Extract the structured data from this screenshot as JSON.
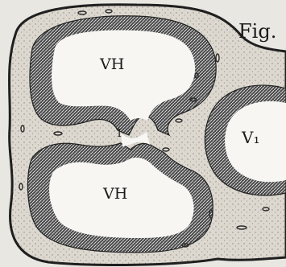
{
  "labels": {
    "fig": "Fig.",
    "upper_ventricle": "VH",
    "lower_ventricle": "VH",
    "opening": "1",
    "right_ventricle": "V₁"
  },
  "colors": {
    "background": "#e9e7e2",
    "membrane": "#dcd8cf",
    "wall": "#3a3a3a",
    "cavity": "#f7f6f3",
    "ink": "#1b1b1b"
  }
}
